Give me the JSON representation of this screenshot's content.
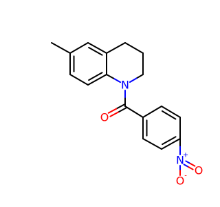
{
  "molecule": {
    "atoms": [
      {
        "id": "a_methyl",
        "label": "",
        "charge": ""
      },
      {
        "id": "a_ar1",
        "label": "",
        "charge": ""
      },
      {
        "id": "a_ar2",
        "label": "",
        "charge": ""
      },
      {
        "id": "a_ar3",
        "label": "",
        "charge": ""
      },
      {
        "id": "a_ar4",
        "label": "",
        "charge": ""
      },
      {
        "id": "a_ar5",
        "label": "",
        "charge": ""
      },
      {
        "id": "a_ar6",
        "label": "",
        "charge": ""
      },
      {
        "id": "a_ch2_1",
        "label": "",
        "charge": ""
      },
      {
        "id": "a_ch2_2",
        "label": "",
        "charge": ""
      },
      {
        "id": "a_ch2_3",
        "label": "",
        "charge": ""
      },
      {
        "id": "a_n_ring",
        "label": "N",
        "charge": ""
      },
      {
        "id": "a_carbonyl_c",
        "label": "",
        "charge": ""
      },
      {
        "id": "a_carbonyl_o",
        "label": "O",
        "charge": ""
      },
      {
        "id": "a_ph1",
        "label": "",
        "charge": ""
      },
      {
        "id": "a_ph2",
        "label": "",
        "charge": ""
      },
      {
        "id": "a_ph3",
        "label": "",
        "charge": ""
      },
      {
        "id": "a_ph4",
        "label": "",
        "charge": ""
      },
      {
        "id": "a_ph5",
        "label": "",
        "charge": ""
      },
      {
        "id": "a_ph6",
        "label": "",
        "charge": ""
      },
      {
        "id": "a_nitro_n",
        "label": "N",
        "charge": "+"
      },
      {
        "id": "a_nitro_o1",
        "label": "O",
        "charge": ""
      },
      {
        "id": "a_nitro_o2",
        "label": "O",
        "charge": "-"
      }
    ],
    "colors": {
      "carbon_bond": "#000000",
      "nitrogen": "#0000ff",
      "oxygen": "#ff0000"
    }
  }
}
